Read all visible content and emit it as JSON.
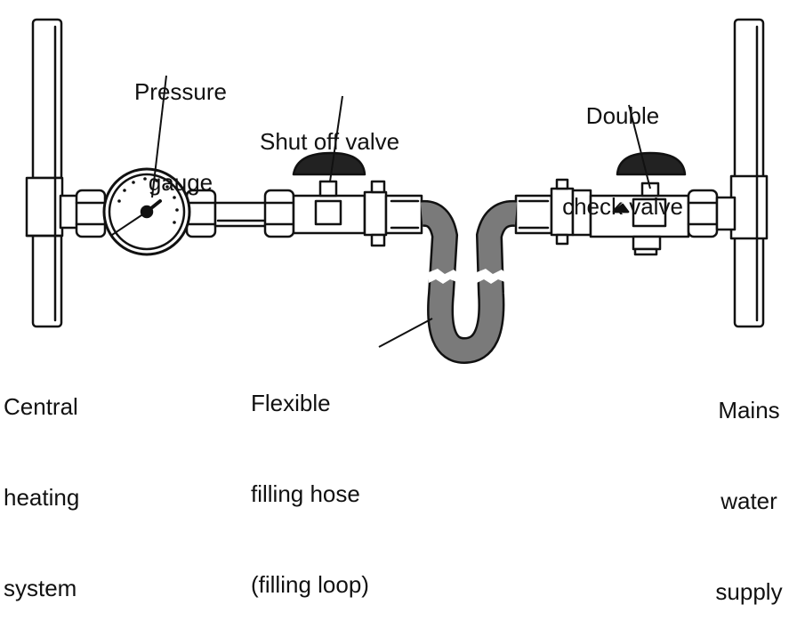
{
  "labels": {
    "pressure_gauge": [
      "Pressure",
      "gauge"
    ],
    "shut_off_valve": [
      "Shut off valve"
    ],
    "double_check_valve": [
      "Double",
      "check valve"
    ],
    "central_heating": [
      "Central",
      "heating",
      "system"
    ],
    "flexible_hose": [
      "Flexible",
      "filling hose",
      "(filling loop)"
    ],
    "mains_water": [
      "Mains",
      "water",
      "supply"
    ]
  },
  "colors": {
    "line": "#111111",
    "hose": "#7a7a7a",
    "handle": "#222222",
    "background": "#ffffff"
  }
}
